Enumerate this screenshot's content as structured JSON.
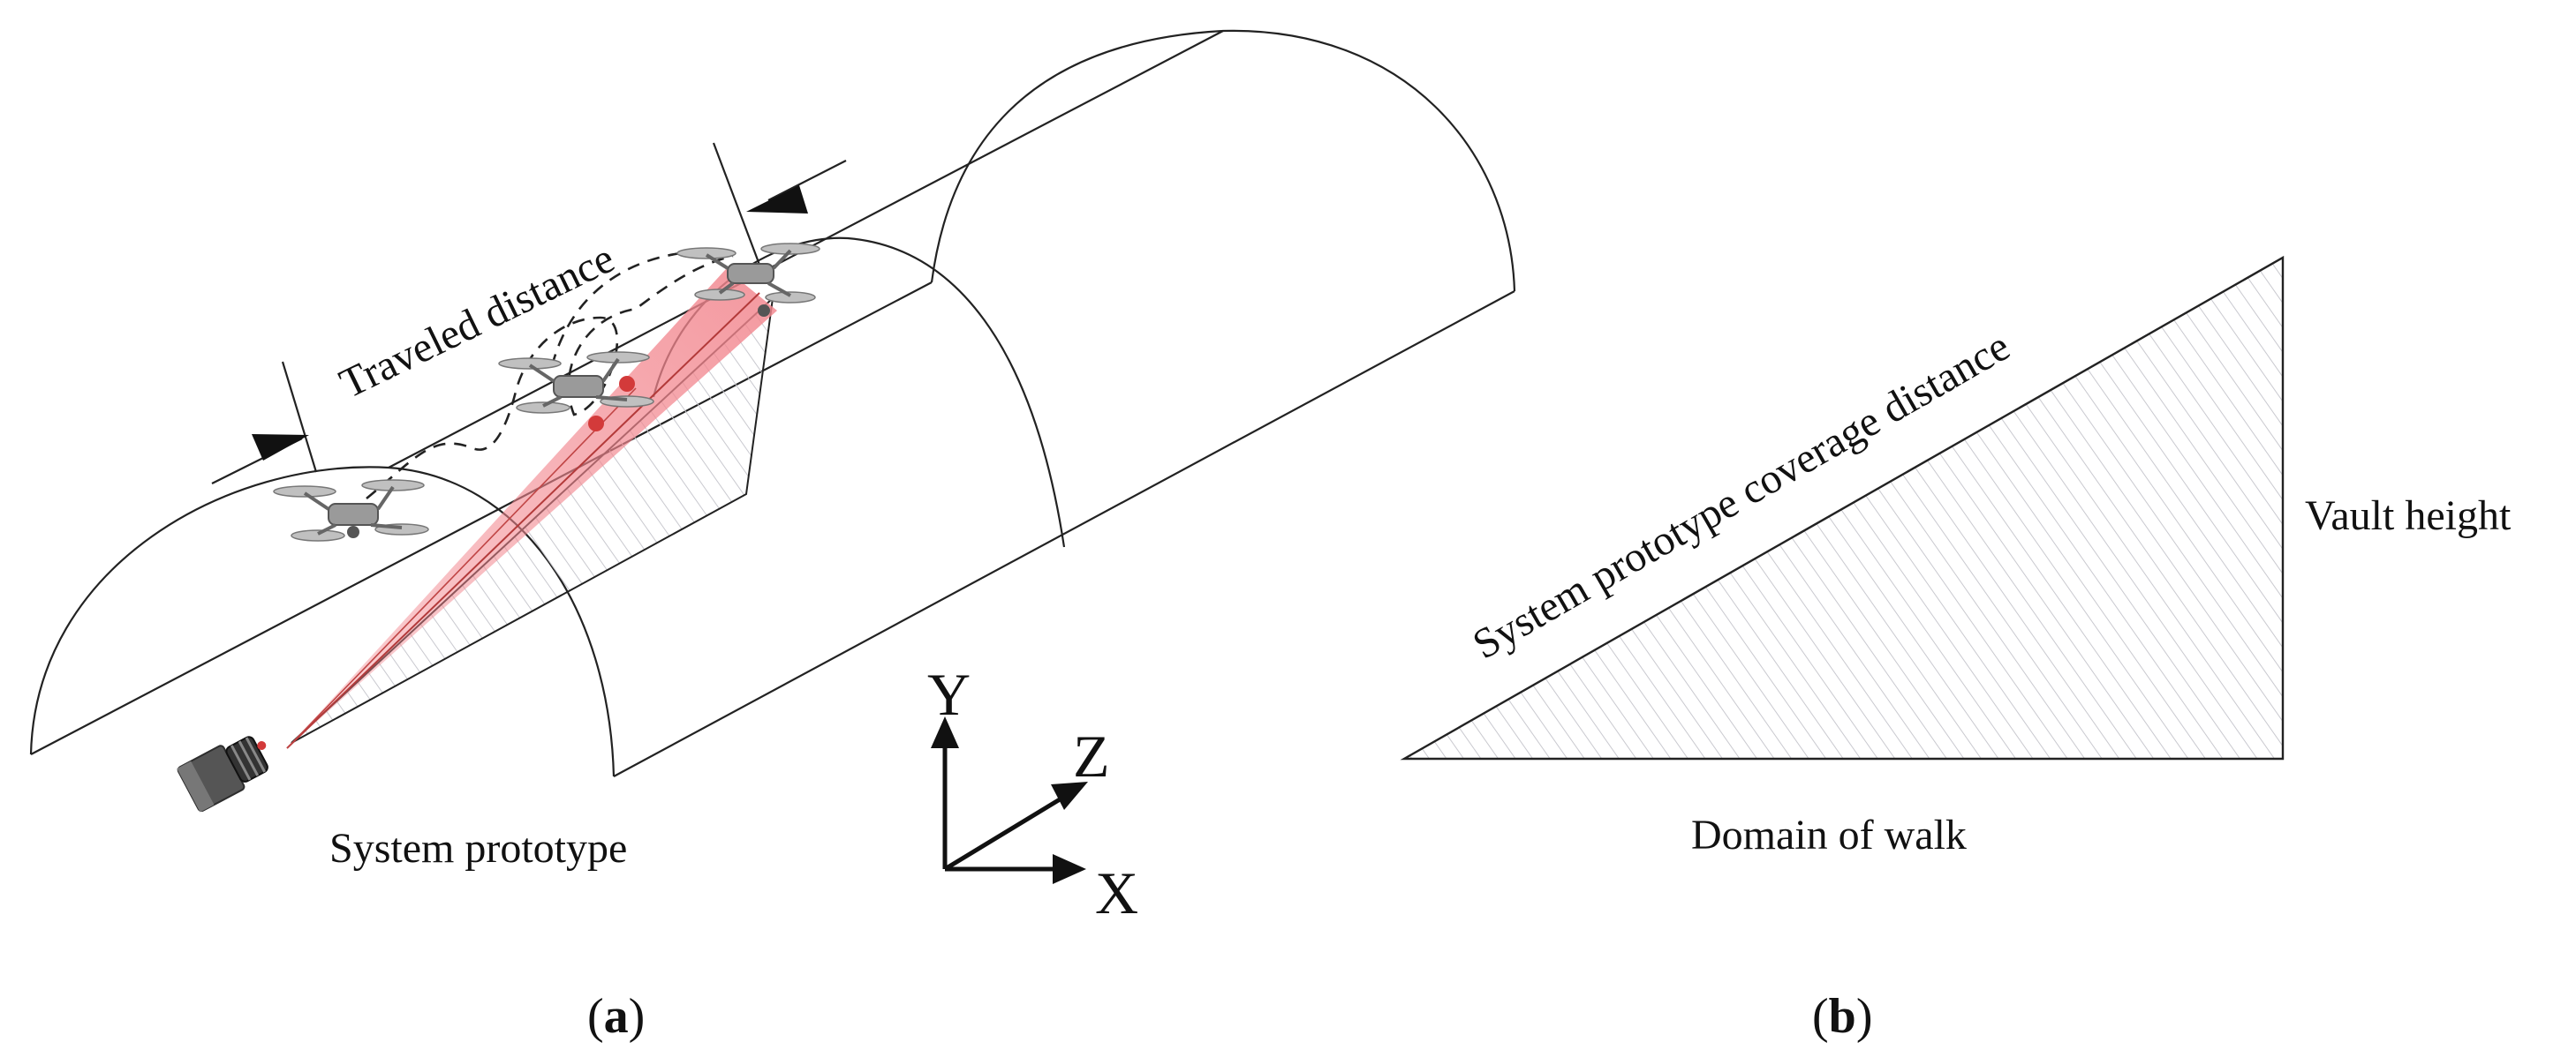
{
  "panel_a": {
    "traveled_distance_label": "Traveled distance",
    "system_prototype_label": "System prototype",
    "axes": {
      "y_label": "Y",
      "z_label": "Z",
      "x_label": "X"
    },
    "caption": {
      "open": "(",
      "letter": "a",
      "close": ")"
    }
  },
  "panel_b": {
    "hypotenuse_label": "System prototype coverage distance",
    "vertical_label": "Vault height",
    "base_label": "Domain of walk",
    "caption": {
      "open": "(",
      "letter": "b",
      "close": ")"
    }
  },
  "colors": {
    "line": "#222222",
    "beam": "#f2868e",
    "hatch": "#c9c9cf",
    "drone_body": "#9a9a9a",
    "camera_body": "#555555",
    "target_dot": "#d33a3a"
  }
}
